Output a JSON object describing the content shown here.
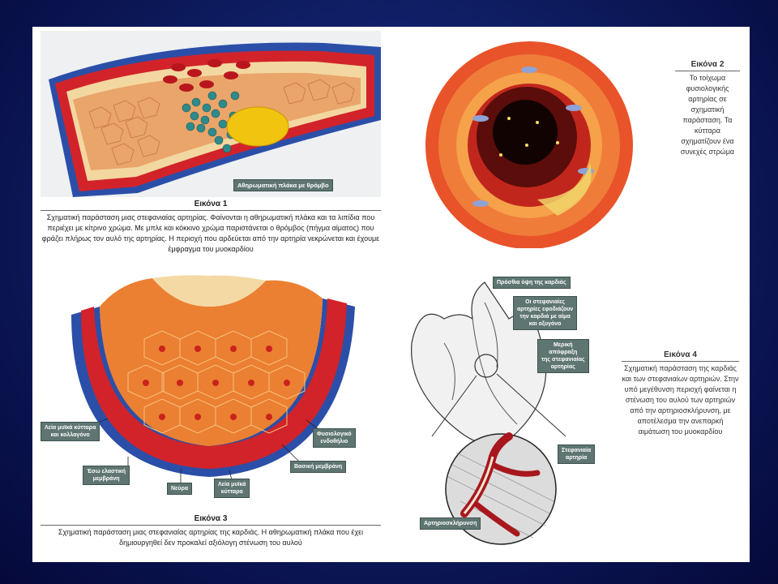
{
  "figures": {
    "fig1": {
      "title": "Εικόνα 1",
      "caption": "Σχηματική παράσταση μιας στεφανιαίας αρτηρίας. Φαίνονται η αθηρωματική πλάκα και τα λιπίδια που περιέχει με κίτρινο χρώμα. Με μπλε και κόκκινο χρώμα παριστάνεται ο θρόμβος (πήγμα αίματος) που φράζει πλήρως τον αυλό της αρτηρίας. Η περιοχή που αρδεύεται από την αρτηρία νεκρώνεται και έχουμε έμφραγμα του μυοκαρδίου",
      "label": "Αθηρωματική πλάκα με θρόμβο"
    },
    "fig2": {
      "title": "Εικόνα 2",
      "caption": "Το τοίχωμα φυσιολογικής αρτηρίας σε σχηματική παράσταση. Τα κύτταρα σχηματίζουν ένα συνεχές στρώμα"
    },
    "fig3": {
      "title": "Εικόνα 3",
      "caption": "Σχηματική παράσταση μιας στεφανιαίας αρτηρίας της καρδιάς. Η αθηρωματική πλάκα που έχει δημιουργηθεί δεν προκαλεί αξιόλογη στένωση του αυλού",
      "labels": {
        "smooth_muscle_collagen": "Λεία μυϊκά κύτταρα\nκαι κολλαγόνο",
        "inner_elastic": "Έσω ελαστική\nμεμβράνη",
        "nerves": "Νεύρα",
        "smooth_muscle": "Λεία μυϊκά\nκύτταρα",
        "endothelium": "Φυσιολογικό\nενδοθήλιο",
        "basement": "Βασική μεμβράνη"
      }
    },
    "fig4": {
      "title": "Εικόνα 4",
      "caption": "Σχηματική παράσταση της καρδιάς και των στεφανιαίων αρτηριών. Στην υπό μεγέθυνση περιοχή φαίνεται η στένωση του αυλού των αρτηριών από την αρτηριοσκλήρυνση, με αποτέλεσμα την ανεπαρκή αιμάτωση του μυοκαρδίου",
      "labels": {
        "front_view": "Πρόσθια όψη της καρδιάς",
        "coronary_supply": "Οι στεφανιαίες\nαρτηρίες εφοδιάζουν\nτην καρδιά με αίμα\nκαι οξυγόνο",
        "partial_block": "Μερική\nαπόφραξη\nτης στεφανιαίας\nαρτηρίας",
        "coronary_artery": "Στεφανιαία\nαρτηρία",
        "atherosclerosis": "Αρτηριοσκλήρυνση"
      }
    }
  },
  "colors": {
    "background": "#0d1a5c",
    "artery_red": "#d2232a",
    "vessel_blue": "#2b4fa8",
    "plaque_yellow": "#f1c40f",
    "label_bg": "#5e7571"
  }
}
